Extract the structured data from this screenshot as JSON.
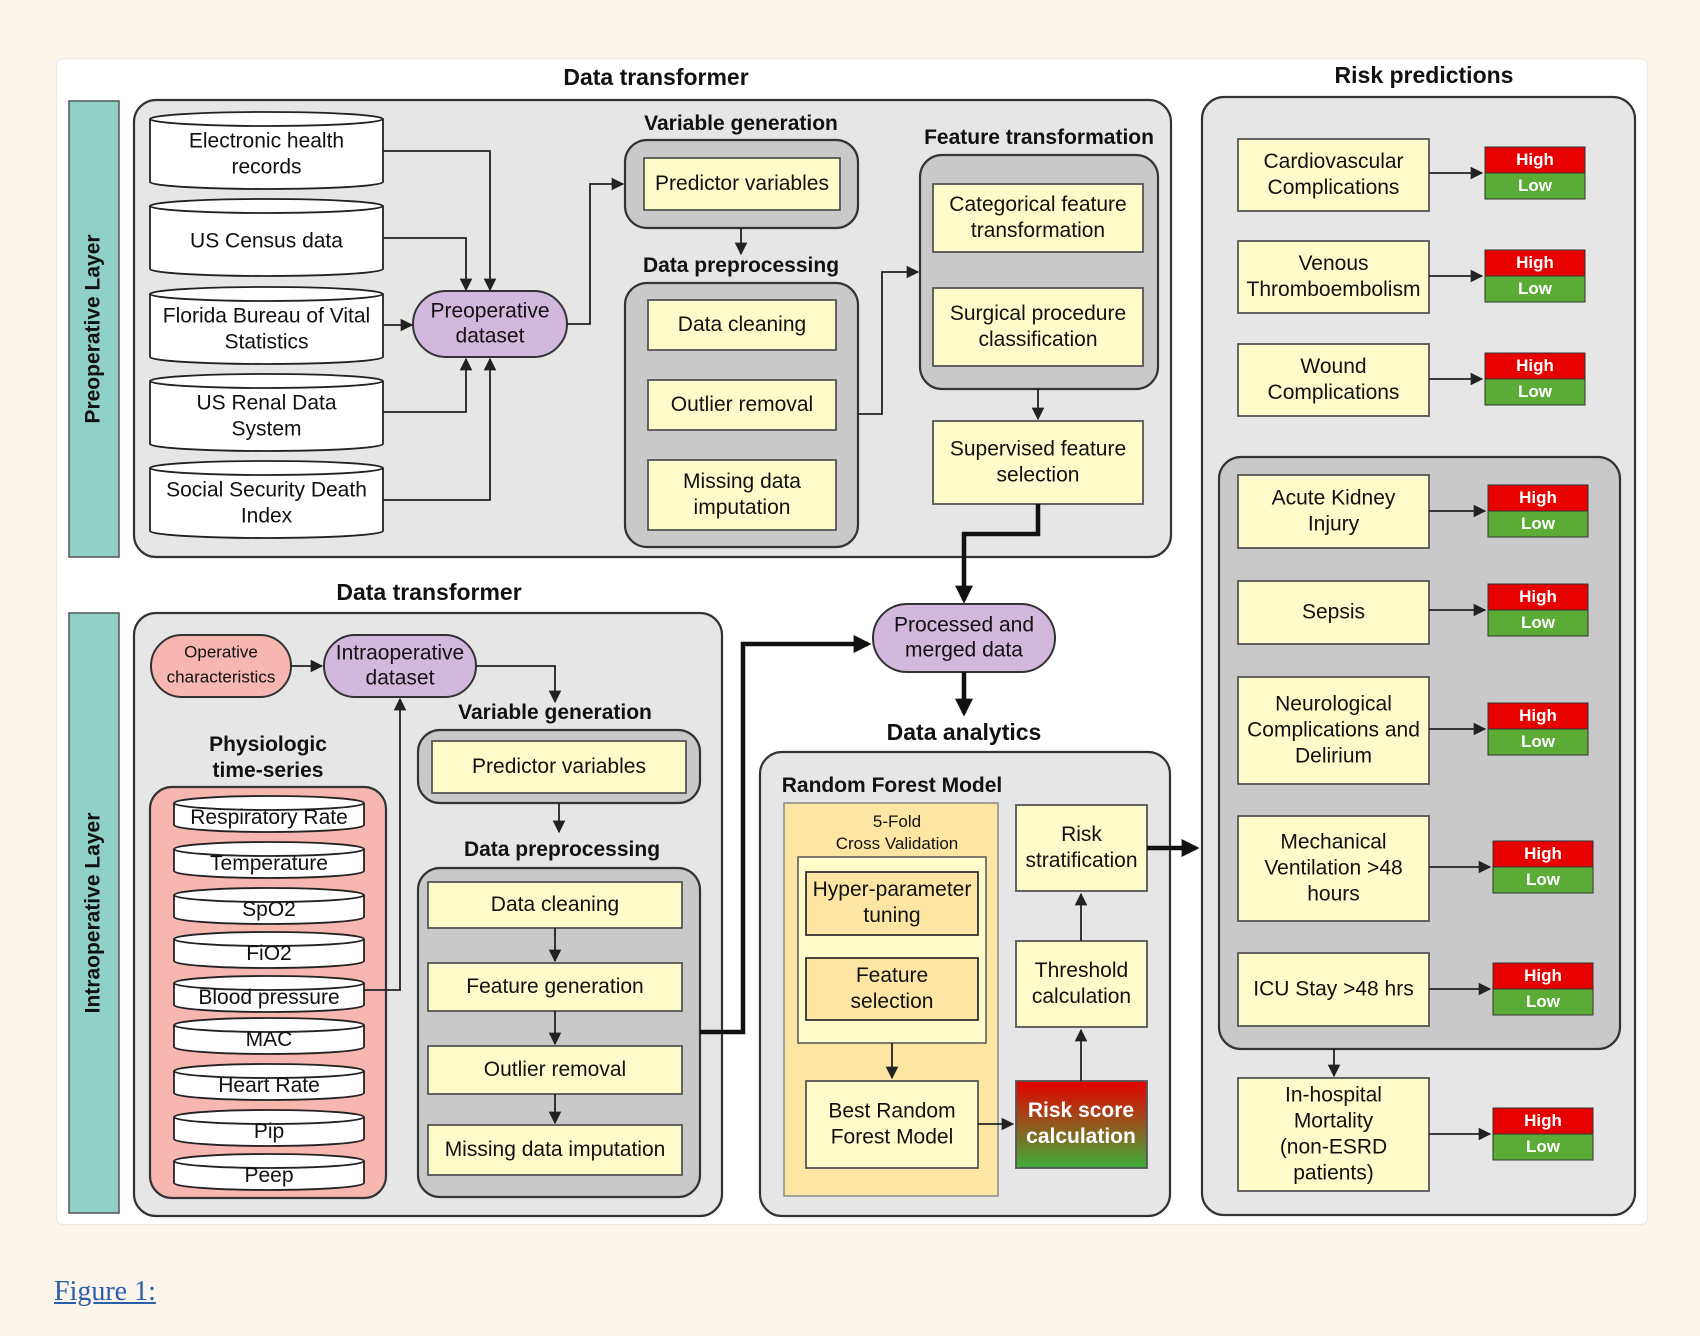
{
  "caption": "Figure 1:",
  "colors": {
    "high": "#e60000",
    "low": "#5aac36",
    "yellow": "#fdfbc9",
    "purple": "#d2b8dc",
    "pink": "#f7b6b0",
    "teal": "#8fd1c6",
    "panel": "#e6e6e6",
    "inner": "#c9c9c9",
    "orange": "#fde6a3"
  },
  "layers": {
    "preoperative": "Preoperative Layer",
    "intraoperative": "Intraoperative Layer"
  },
  "pre": {
    "title": "Data transformer",
    "sources": [
      [
        "Electronic health",
        "records"
      ],
      [
        "US Census data"
      ],
      [
        "Florida Bureau of Vital",
        "Statistics"
      ],
      [
        "US Renal Data",
        "System"
      ],
      [
        "Social Security Death",
        "Index"
      ]
    ],
    "dataset": [
      "Preoperative",
      "dataset"
    ],
    "var_gen_title": "Variable generation",
    "predictor": "Predictor variables",
    "prep_title": "Data preprocessing",
    "prep_steps": [
      [
        "Data cleaning"
      ],
      [
        "Outlier removal"
      ],
      [
        "Missing data",
        "imputation"
      ]
    ],
    "feat_title": "Feature transformation",
    "feat_steps": [
      [
        "Categorical feature",
        "transformation"
      ],
      [
        "Surgical procedure",
        "classification"
      ]
    ],
    "supervised": [
      "Supervised feature",
      "selection"
    ]
  },
  "intra": {
    "title": "Data transformer",
    "operative": [
      "Operative",
      "characteristics"
    ],
    "dataset": [
      "Intraoperative",
      "dataset"
    ],
    "physio_title": [
      "Physiologic",
      "time-series"
    ],
    "physio": [
      "Respiratory Rate",
      "Temperature",
      "SpO2",
      "FiO2",
      "Blood pressure",
      "MAC",
      "Heart Rate",
      "Pip",
      "Peep"
    ],
    "var_gen_title": "Variable generation",
    "predictor": "Predictor variables",
    "prep_title": "Data preprocessing",
    "prep_steps": [
      "Data cleaning",
      "Feature generation",
      "Outlier removal",
      "Missing data imputation"
    ]
  },
  "merged": [
    "Processed and",
    "merged data"
  ],
  "analytics": {
    "title": "Data analytics",
    "rf_title": "Random Forest Model",
    "cv": [
      "5-Fold",
      "Cross Validation"
    ],
    "hyper": [
      "Hyper-parameter",
      "tuning"
    ],
    "feature_sel": [
      "Feature",
      "selection"
    ],
    "best": [
      "Best Random",
      "Forest Model"
    ],
    "risk_strat": [
      "Risk",
      "stratification"
    ],
    "threshold": [
      "Threshold",
      "calculation"
    ],
    "risk_score": [
      "Risk score",
      "calculation"
    ]
  },
  "risk": {
    "title": "Risk predictions",
    "high": "High",
    "low": "Low",
    "outcomes": [
      [
        "Cardiovascular",
        "Complications"
      ],
      [
        "Venous",
        "Thromboembolism"
      ],
      [
        "Wound",
        "Complications"
      ],
      [
        "Acute Kidney",
        "Injury"
      ],
      [
        "Sepsis"
      ],
      [
        "Neurological",
        "Complications and",
        "Delirium"
      ],
      [
        "Mechanical",
        "Ventilation >48",
        "hours"
      ],
      [
        "ICU Stay >48 hrs"
      ],
      [
        "In-hospital",
        "Mortality",
        "(non-ESRD",
        "patients)"
      ]
    ]
  }
}
